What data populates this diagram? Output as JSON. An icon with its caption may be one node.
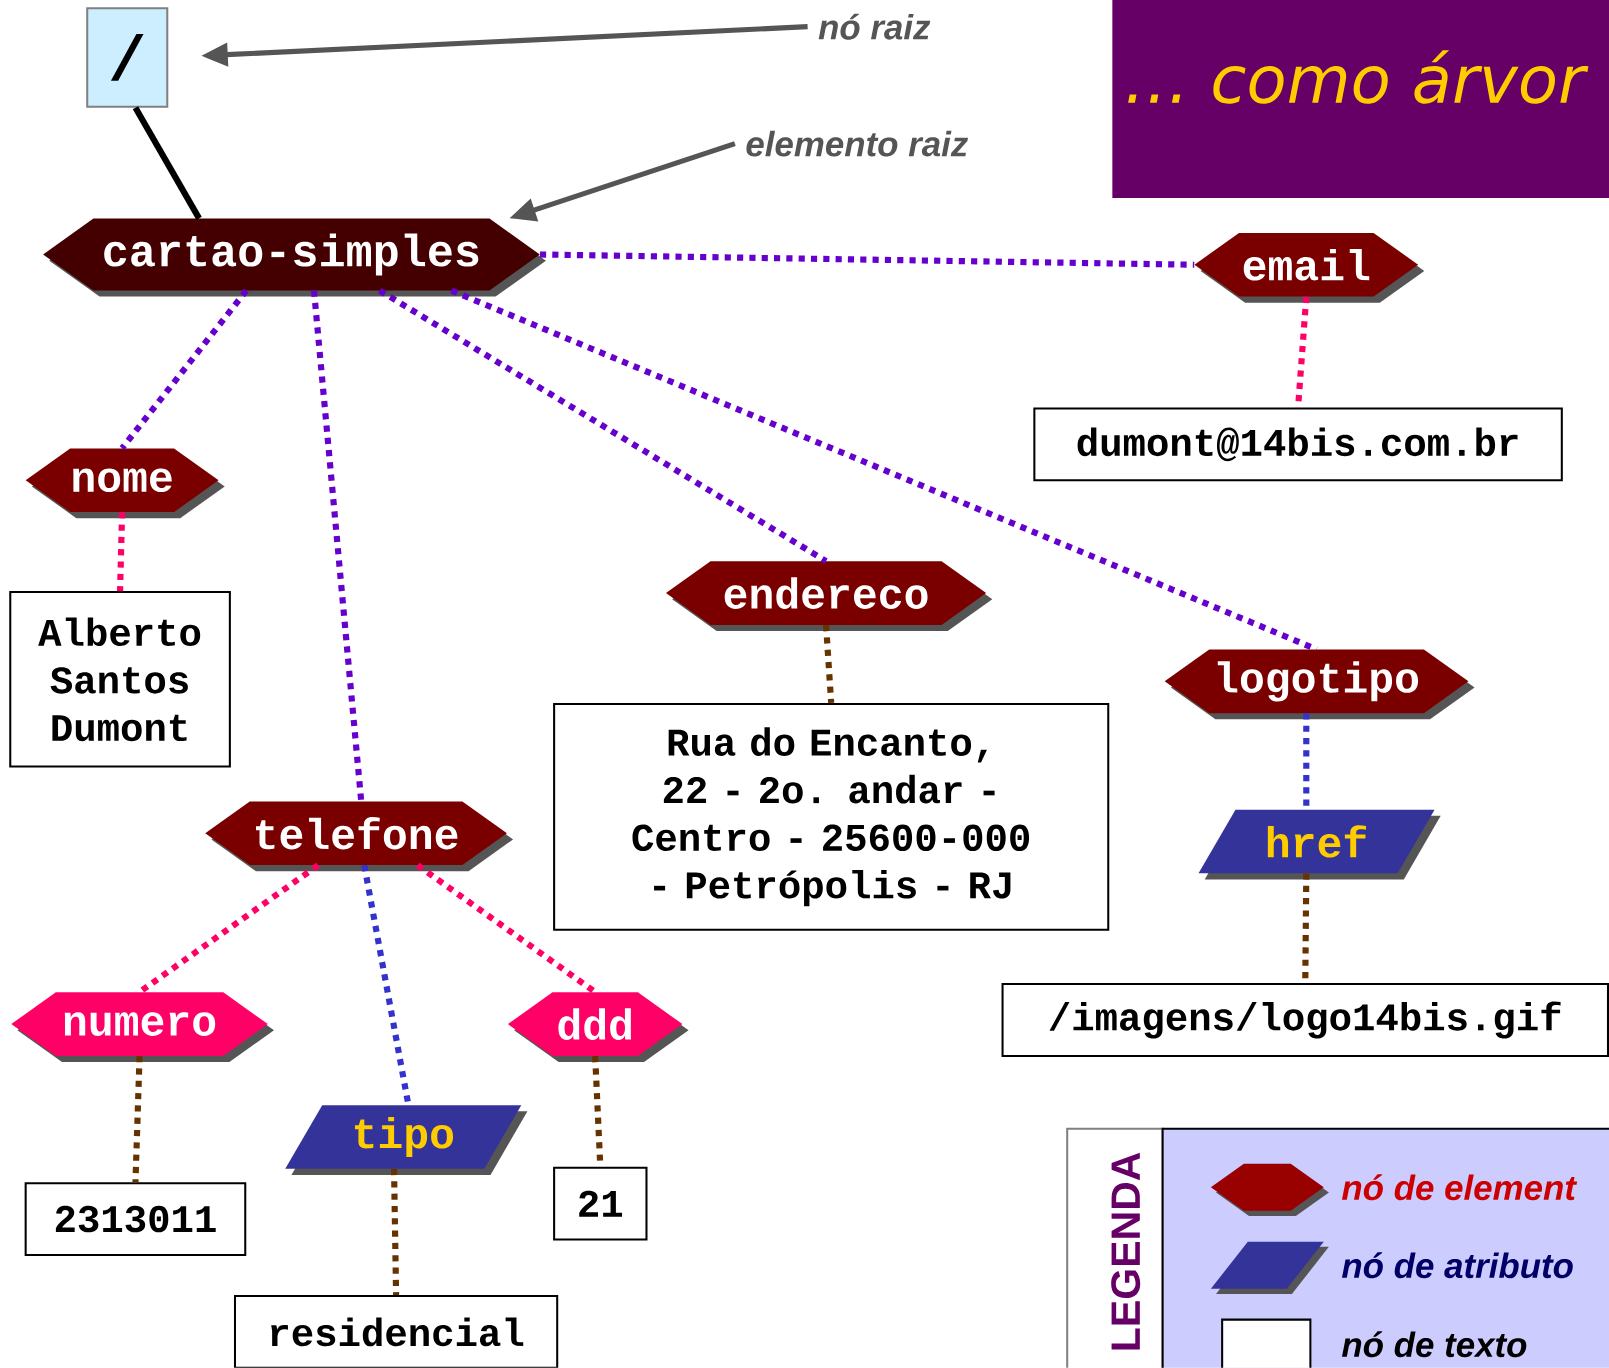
{
  "diagram": {
    "title": "… como árvor",
    "nodes": [
      {
        "text": [
          "/"
        ]
      },
      {
        "text": [
          "cartao-simples"
        ]
      },
      {
        "text": [
          "email"
        ]
      },
      {
        "text": [
          "dumont@14bis.com.br"
        ]
      },
      {
        "text": [
          "nome"
        ]
      },
      {
        "text": [
          "Alberto Santos Dumont"
        ]
      },
      {
        "text": [
          "endereco"
        ]
      },
      {
        "text": [
          "Rua do Encanto, 22 - 2o. andar - Centro - 25600-000 - Petrópolis - RJ"
        ]
      },
      {
        "text": [
          "logotipo"
        ]
      },
      {
        "text": [
          "href"
        ]
      },
      {
        "text": [
          "/imagens/logo14bis.gif"
        ]
      },
      {
        "text": [
          "telefone"
        ]
      },
      {
        "text": [
          "numero"
        ]
      },
      {
        "text": [
          "2313011"
        ]
      },
      {
        "text": [
          "tipo"
        ]
      },
      {
        "text": [
          "residencial"
        ]
      },
      {
        "text": [
          "ddd"
        ]
      },
      {
        "text": [
          "21"
        ]
      },
      {
        "text": [
          "nó raiz"
        ]
      },
      {
        "text": [
          "elemento raiz"
        ]
      }
    ],
    "edges": [
      {
        "from": 0,
        "to": 1,
        "arrow": "none",
        "color": "#000000"
      },
      {
        "from": 1,
        "to": 2,
        "arrow": "none",
        "style": "dashed",
        "color": "#6600cc"
      },
      {
        "from": 1,
        "to": 4,
        "arrow": "none",
        "style": "dashed",
        "color": "#6600cc"
      },
      {
        "from": 1,
        "to": 11,
        "arrow": "none",
        "style": "dashed",
        "color": "#6600cc"
      },
      {
        "from": 1,
        "to": 6,
        "arrow": "none",
        "style": "dashed",
        "color": "#6600cc"
      },
      {
        "from": 1,
        "to": 8,
        "arrow": "none",
        "style": "dashed",
        "color": "#6600cc"
      },
      {
        "from": 2,
        "to": 3,
        "arrow": "none",
        "style": "dashed",
        "color": "#ff0066"
      },
      {
        "from": 4,
        "to": 5,
        "arrow": "none",
        "style": "dashed",
        "color": "#ff0066"
      },
      {
        "from": 6,
        "to": 7,
        "arrow": "none",
        "style": "dashed",
        "color": "#663300"
      },
      {
        "from": 8,
        "to": 9,
        "arrow": "none",
        "style": "dashed",
        "color": "#3333cc"
      },
      {
        "from": 9,
        "to": 10,
        "arrow": "none",
        "style": "dashed",
        "color": "#663300"
      },
      {
        "from": 11,
        "to": 12,
        "arrow": "none",
        "style": "dashed",
        "color": "#ff0066"
      },
      {
        "from": 11,
        "to": 14,
        "arrow": "none",
        "style": "dashed",
        "color": "#3333cc"
      },
      {
        "from": 11,
        "to": 16,
        "arrow": "none",
        "style": "dashed",
        "color": "#ff0066"
      },
      {
        "from": 12,
        "to": 13,
        "arrow": "none",
        "style": "dashed",
        "color": "#663300"
      },
      {
        "from": 14,
        "to": 15,
        "arrow": "none",
        "style": "dashed",
        "color": "#663300"
      },
      {
        "from": 16,
        "to": 17,
        "arrow": "none",
        "style": "dashed",
        "color": "#663300"
      },
      {
        "from": 18,
        "to": 0,
        "arrow": "to",
        "color": "#555555"
      },
      {
        "from": 19,
        "to": 1,
        "arrow": "to",
        "color": "#555555"
      }
    ],
    "labels": [
      "LEGENDA"
    ],
    "legend": [
      {
        "text": "nó de element",
        "color": "#990000"
      },
      {
        "text": "nó de atributo",
        "color": "#333399"
      },
      {
        "text": "nó de texto",
        "color": "#ffffff"
      }
    ]
  }
}
